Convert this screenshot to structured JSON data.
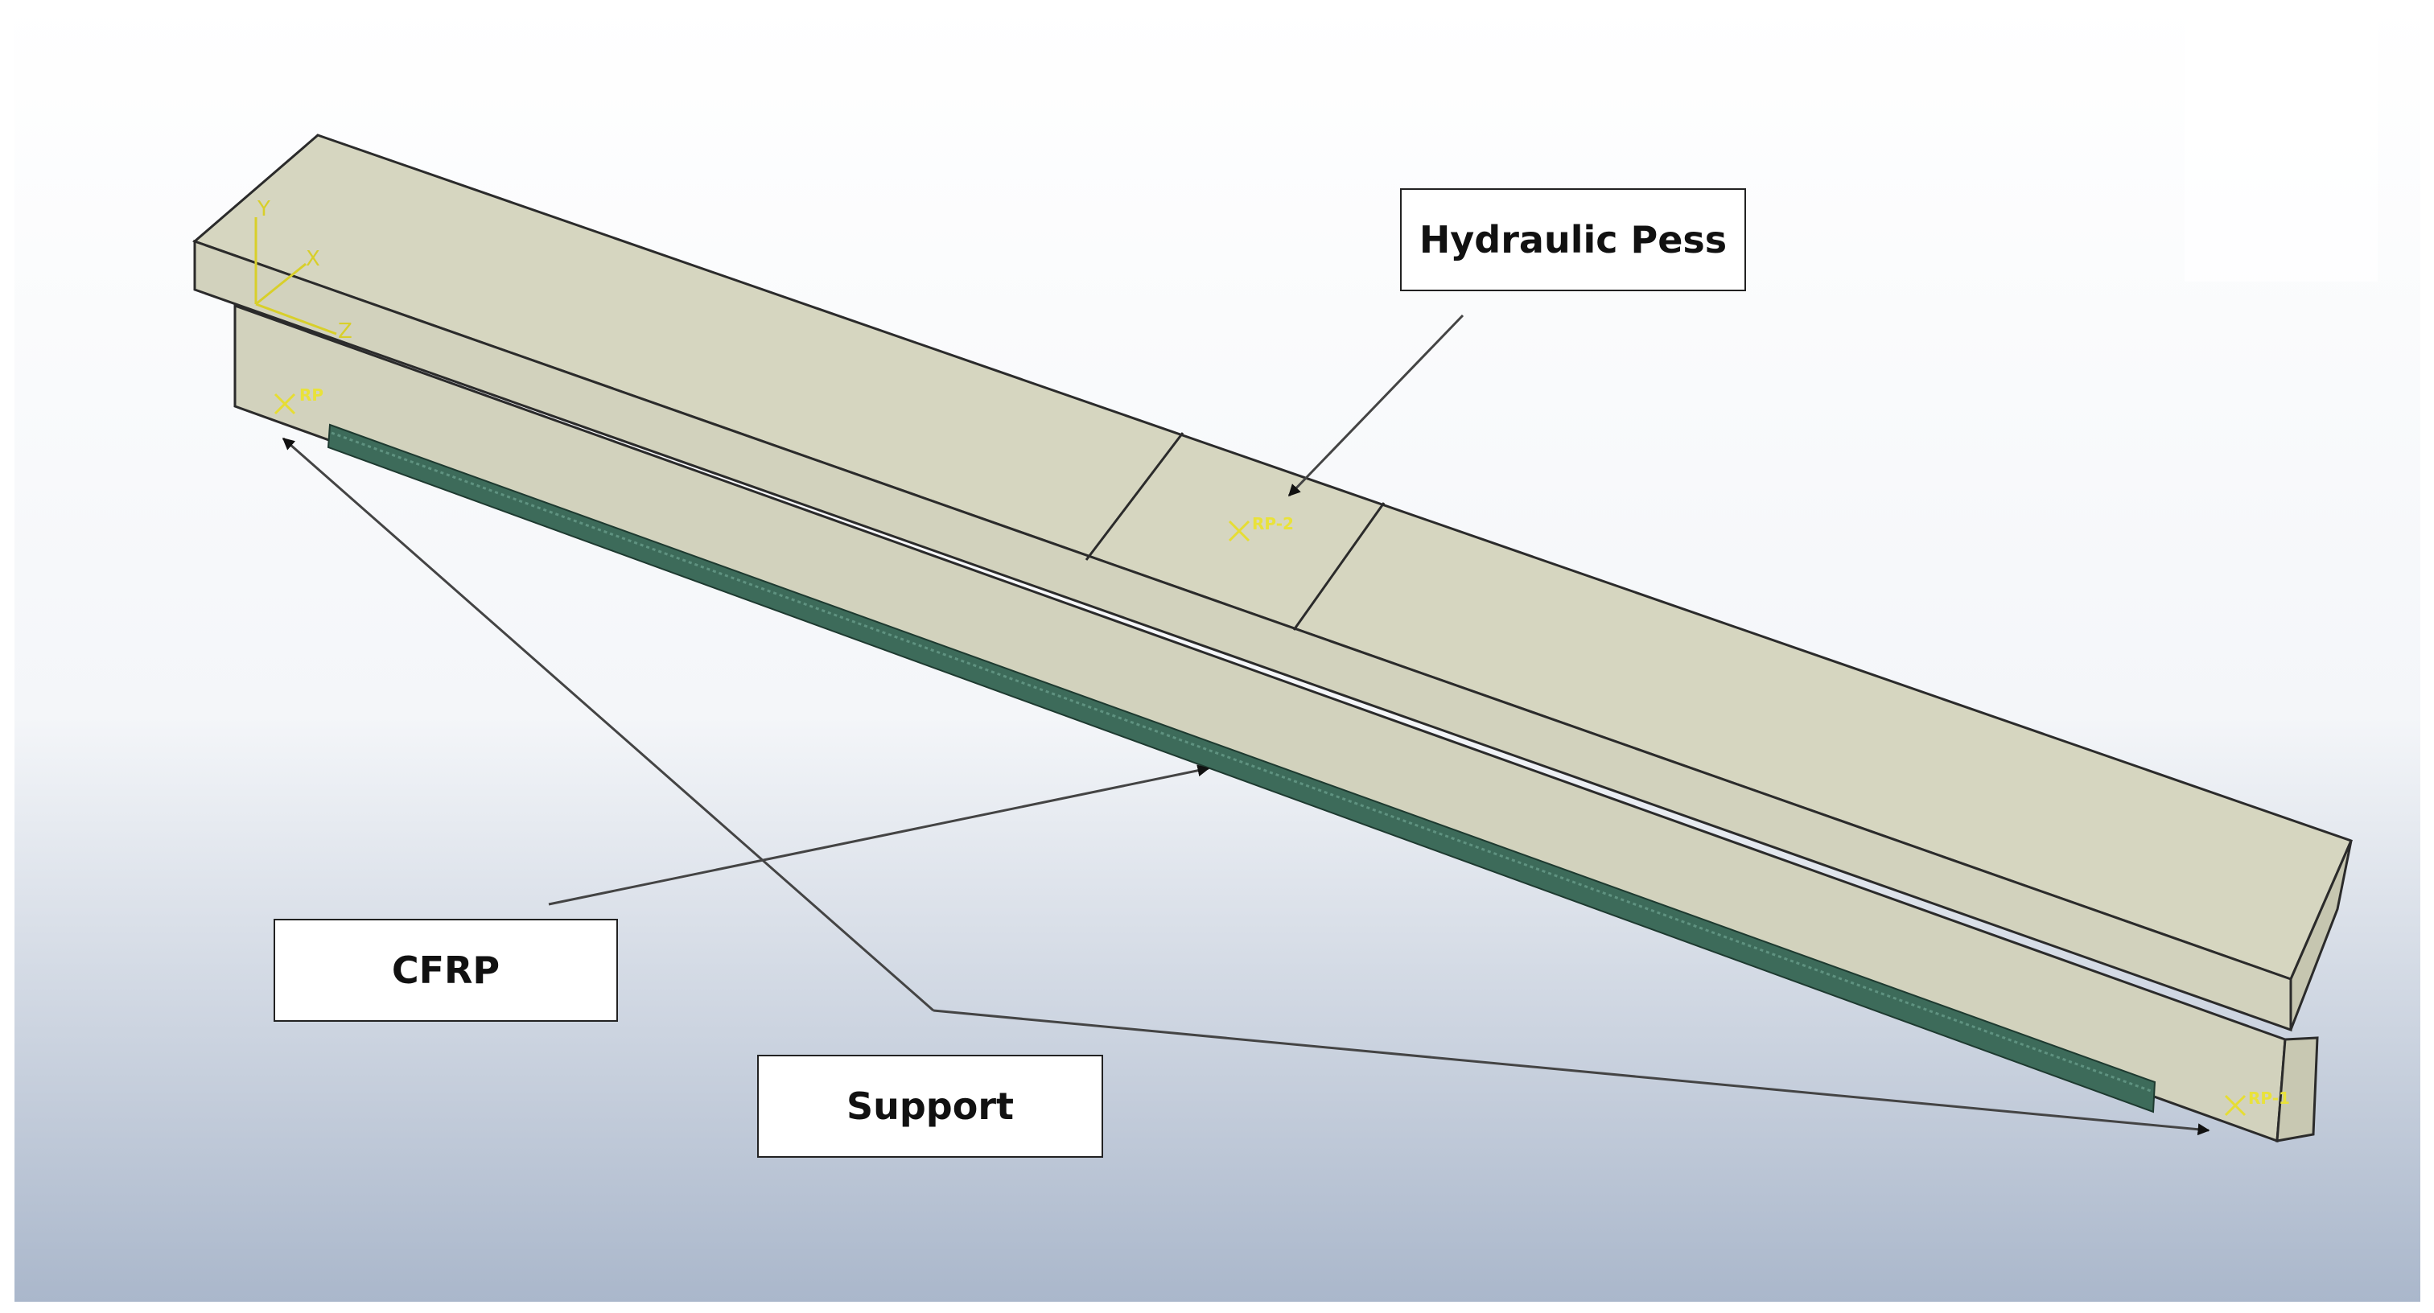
{
  "colors": {
    "bg_top": "#ffffff",
    "bg_bottom": "#aab7cb",
    "beam_top": "#d6d6c0",
    "beam_side": "#d2d2bd",
    "edge": "#2b2b2b",
    "cfrp": "#3d6b5a",
    "marker": "#e6dd33"
  },
  "labels": {
    "hydraulic": "Hydraulic Pess",
    "cfrp": "CFRP",
    "support": "Support"
  },
  "axes": {
    "y": "Y",
    "x": "X",
    "z": "Z"
  },
  "reference_points": {
    "rp_left": "RP",
    "rp_middle": "RP-2",
    "rp_right": "RP-1"
  }
}
